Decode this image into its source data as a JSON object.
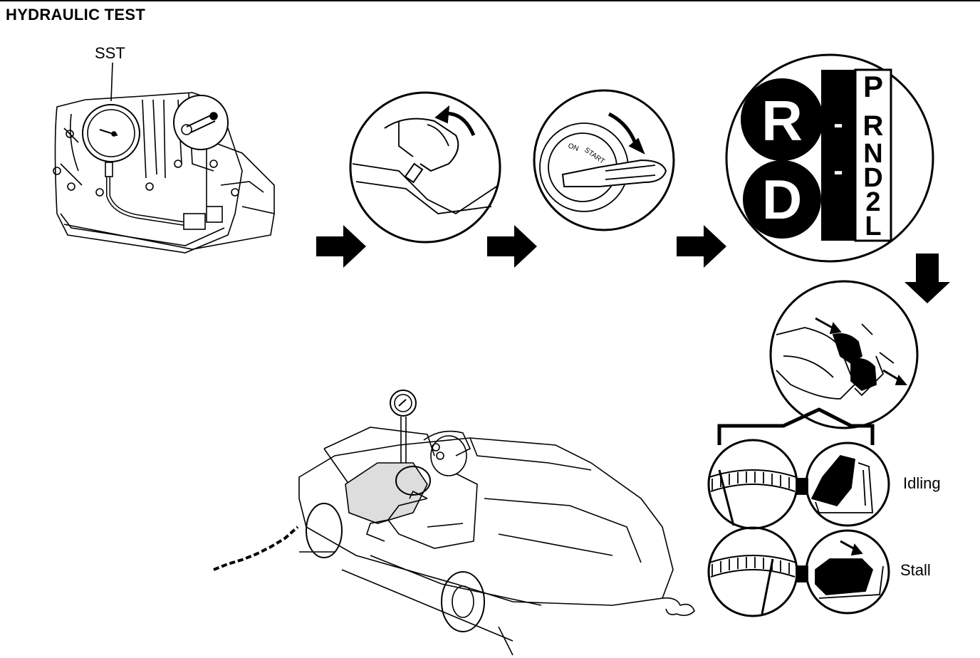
{
  "title": "HYDRAULIC TEST",
  "labels": {
    "sst": "SST",
    "idling": "Idling",
    "stall": "Stall"
  },
  "ignition": {
    "on": "ON",
    "start": "START"
  },
  "shift": {
    "large_r": "R",
    "large_d": "D",
    "dash": "-",
    "p": "P",
    "r": "R",
    "n": "N",
    "d": "D",
    "two": "2",
    "l": "L"
  }
}
